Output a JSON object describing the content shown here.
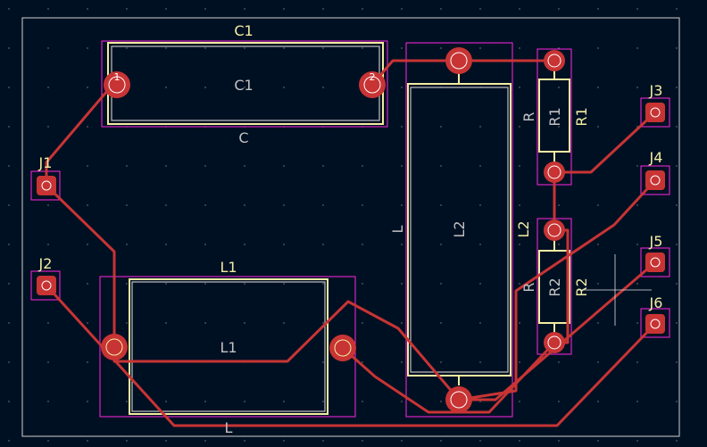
{
  "colors": {
    "background": "#001023",
    "edge_cuts": "#d0d2cd",
    "copper": "#c83434",
    "trace": "#c83434",
    "silkscreen": "#f2eda1",
    "fab": "#c2c2c2",
    "courtyard": "#ff26e2",
    "grid_dot": "#848484"
  },
  "components": {
    "C1": {
      "ref": "C1",
      "fab_ref": "C1",
      "value": "C",
      "pad1": "1",
      "pad2": "2"
    },
    "L1": {
      "ref": "L1",
      "fab_ref": "L1",
      "value": "L"
    },
    "L2": {
      "ref": "L2",
      "fab_ref": "L2",
      "value": "L"
    },
    "R1": {
      "ref": "R1",
      "fab_ref": "R1",
      "value": "R"
    },
    "R2": {
      "ref": "R2",
      "fab_ref": "R2",
      "value": "R"
    },
    "J1": {
      "ref": "J1"
    },
    "J2": {
      "ref": "J2"
    },
    "J3": {
      "ref": "J3"
    },
    "J4": {
      "ref": "J4"
    },
    "J5": {
      "ref": "J5"
    },
    "J6": {
      "ref": "J6"
    }
  },
  "icons": {
    "cursor": "crosshair-cursor-icon"
  }
}
